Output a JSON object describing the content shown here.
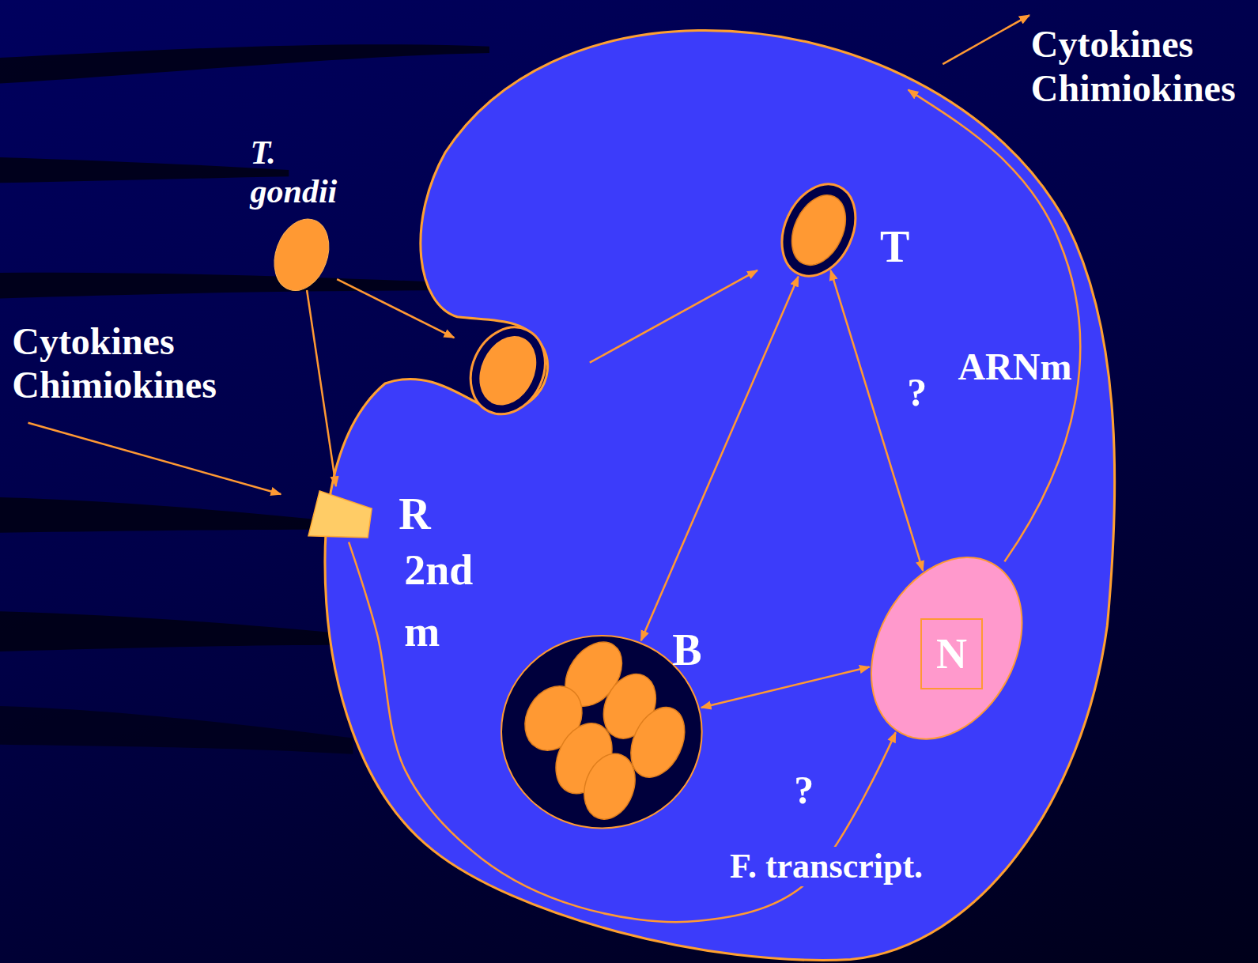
{
  "diagram": {
    "nodes": [
      {
        "text": [
          "T. gondii"
        ]
      },
      {
        "text": [
          "R"
        ]
      },
      {
        "text": [
          "T"
        ]
      },
      {
        "text": [
          "B"
        ]
      },
      {
        "text": [
          "N"
        ]
      }
    ],
    "edges": [
      {
        "from": 0,
        "to": 1,
        "arrow": "to"
      },
      {
        "from": 2,
        "to": 3,
        "arrow": "both"
      },
      {
        "from": 2,
        "to": 4,
        "label": "?",
        "arrow": "both"
      },
      {
        "from": 3,
        "to": 4,
        "label": "?",
        "arrow": "both"
      },
      {
        "from": 1,
        "to": 4,
        "label": "F. transcript.",
        "arrow": "to"
      }
    ],
    "labels": [
      "Cytokines Chimiokines",
      "2nd m",
      "ARNm",
      "Cytokines Chimiokines"
    ]
  }
}
